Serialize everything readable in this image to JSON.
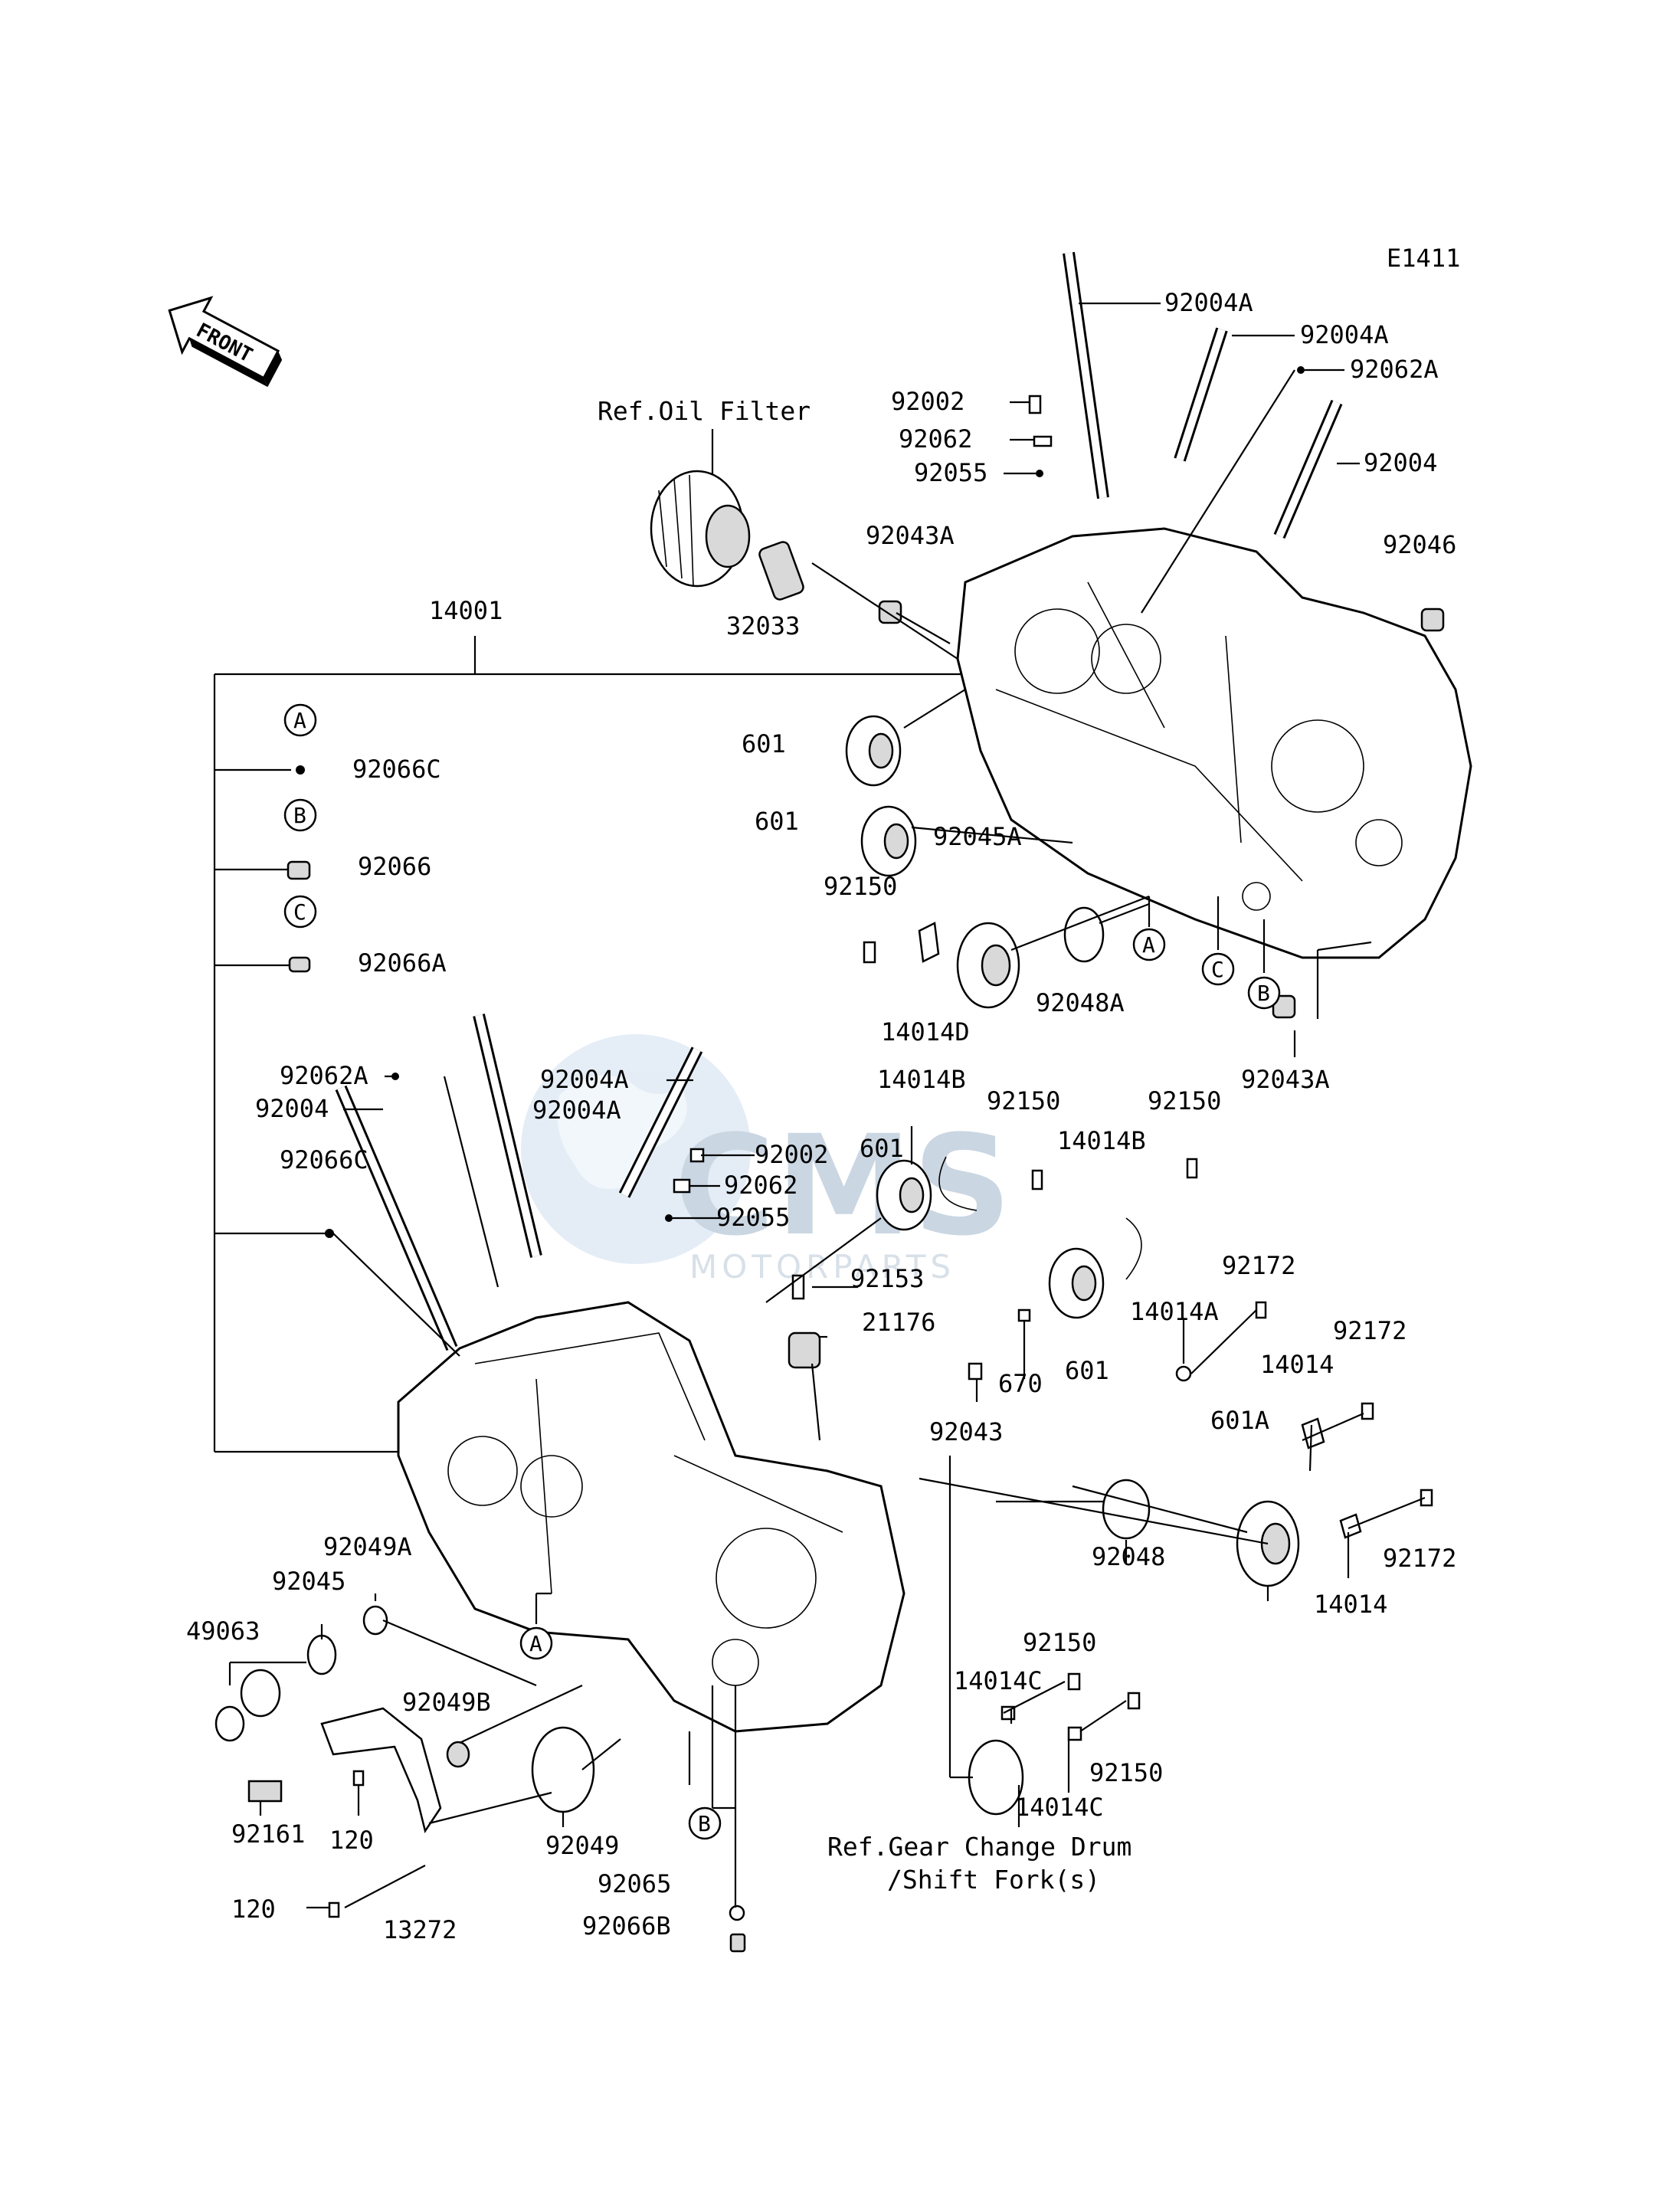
{
  "diagram": {
    "code": "E1411",
    "front_label": "FRONT",
    "refs": {
      "oil_filter": "Ref.Oil Filter",
      "gear_drum_line1": "Ref.Gear Change Drum",
      "gear_drum_line2": "/Shift Fork(s)"
    },
    "watermark": {
      "brand": "CMS",
      "sub": "MOTORPARTS"
    },
    "callouts": [
      "A",
      "B",
      "C"
    ],
    "parts": {
      "p92004A_top1": "92004A",
      "p92004A_top2": "92004A",
      "p92062A_top": "92062A",
      "p92004_top": "92004",
      "p92002_top": "92002",
      "p92062_top": "92062",
      "p92055_top": "92055",
      "p92043A_top": "92043A",
      "p92046": "92046",
      "p32033": "32033",
      "p14001": "14001",
      "p92066C_top": "92066C",
      "p92066": "92066",
      "p92066A": "92066A",
      "p601_a": "601",
      "p601_b": "601",
      "p92045A": "92045A",
      "p92150_a": "92150",
      "p14014D": "14014D",
      "p92048A": "92048A",
      "p92043A_b": "92043A",
      "p92062A_l": "92062A",
      "p92004A_l1": "92004A",
      "p92004A_l2": "92004A",
      "p92004_l": "92004",
      "p92066C_l": "92066C",
      "p14014B_a": "14014B",
      "p601_c": "601",
      "p92150_b": "92150",
      "p92150_c": "92150",
      "p92002_l": "92002",
      "p92062_l": "92062",
      "p92055_l": "92055",
      "p14014B_b": "14014B",
      "p92153": "92153",
      "p21176": "21176",
      "p670": "670",
      "p601_d": "601",
      "p14014A": "14014A",
      "p92172_a": "92172",
      "p92172_b": "92172",
      "p14014_a": "14014",
      "p92043": "92043",
      "p601A": "601A",
      "p92048": "92048",
      "p92172_c": "92172",
      "p14014_b": "14014",
      "p92049A": "92049A",
      "p92045": "92045",
      "p49063": "49063",
      "p92049B": "92049B",
      "p92161": "92161",
      "p120_a": "120",
      "p120_b": "120",
      "p13272": "13272",
      "p92049": "92049",
      "p92065": "92065",
      "p92066B": "92066B",
      "p92150_d": "92150",
      "p14014C_a": "14014C",
      "p92150_e": "92150",
      "p14014C_b": "14014C"
    }
  }
}
